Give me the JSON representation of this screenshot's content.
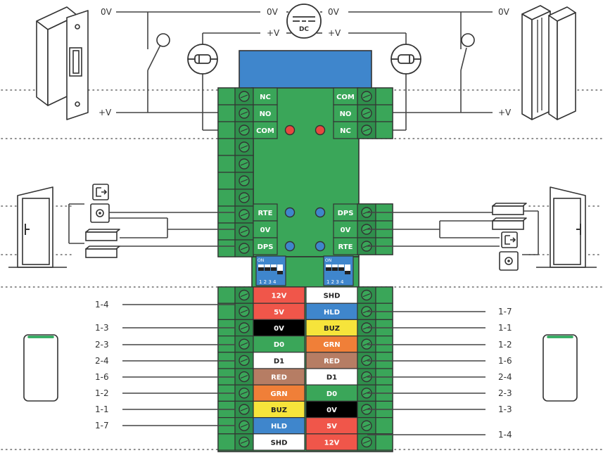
{
  "power": {
    "top_left_0v": "0V",
    "mid_left_0v": "0V",
    "mid_left_pv": "+V",
    "mid_right_0v": "0V",
    "mid_right_pv": "+V",
    "top_right_0v": "0V",
    "left_lock_pv": "+V",
    "right_lock_pv": "+V",
    "dc": "DC"
  },
  "relay": {
    "left": [
      "NC",
      "NO",
      "COM"
    ],
    "right": [
      "COM",
      "NO",
      "NC"
    ]
  },
  "inputs": {
    "left": [
      "RTE",
      "0V",
      "DPS"
    ],
    "right": [
      "DPS",
      "0V",
      "RTE"
    ]
  },
  "dip": {
    "on": "ON",
    "nums": "1 2 3 4"
  },
  "reader": {
    "left_terms": [
      {
        "label": "12V",
        "color": "#f0564a",
        "text": "#ffffff"
      },
      {
        "label": "5V",
        "color": "#f0564a",
        "text": "#ffffff"
      },
      {
        "label": "0V",
        "color": "#000000",
        "text": "#ffffff"
      },
      {
        "label": "D0",
        "color": "#3aa659",
        "text": "#ffffff"
      },
      {
        "label": "D1",
        "color": "#ffffff",
        "text": "#222222"
      },
      {
        "label": "RED",
        "color": "#b67d64",
        "text": "#ffffff"
      },
      {
        "label": "GRN",
        "color": "#f07f38",
        "text": "#ffffff"
      },
      {
        "label": "BUZ",
        "color": "#f6e43b",
        "text": "#222222"
      },
      {
        "label": "HLD",
        "color": "#3f86cc",
        "text": "#ffffff"
      },
      {
        "label": "SHD",
        "color": "#ffffff",
        "text": "#222222"
      }
    ],
    "right_terms": [
      {
        "label": "SHD",
        "color": "#ffffff",
        "text": "#222222"
      },
      {
        "label": "HLD",
        "color": "#3f86cc",
        "text": "#ffffff"
      },
      {
        "label": "BUZ",
        "color": "#f6e43b",
        "text": "#222222"
      },
      {
        "label": "GRN",
        "color": "#f07f38",
        "text": "#ffffff"
      },
      {
        "label": "RED",
        "color": "#b67d64",
        "text": "#ffffff"
      },
      {
        "label": "D1",
        "color": "#ffffff",
        "text": "#222222"
      },
      {
        "label": "D0",
        "color": "#3aa659",
        "text": "#ffffff"
      },
      {
        "label": "0V",
        "color": "#000000",
        "text": "#ffffff"
      },
      {
        "label": "5V",
        "color": "#f0564a",
        "text": "#ffffff"
      },
      {
        "label": "12V",
        "color": "#f0564a",
        "text": "#ffffff"
      }
    ],
    "left_codes": [
      "1-4",
      "1-3",
      "2-3",
      "2-4",
      "1-6",
      "1-2",
      "1-1",
      "1-7"
    ],
    "right_codes": [
      "1-7",
      "1-1",
      "1-2",
      "1-6",
      "2-4",
      "2-3",
      "1-3",
      "1-4"
    ]
  },
  "colors": {
    "board": "#3aa659",
    "board_dark": "#2c8a47",
    "psu": "#3f86cc",
    "led_red": "#e8483f",
    "led_blue": "#3f86cc",
    "reader_led": "#2aa85a"
  },
  "icons": [
    "door-strike-icon",
    "mag-lock-icon",
    "power-supply-icon",
    "diode-icon",
    "switch-icon",
    "door-icon",
    "exit-button-icon",
    "door-sensor-icon",
    "card-reader-icon",
    "dip-switch-icon"
  ]
}
